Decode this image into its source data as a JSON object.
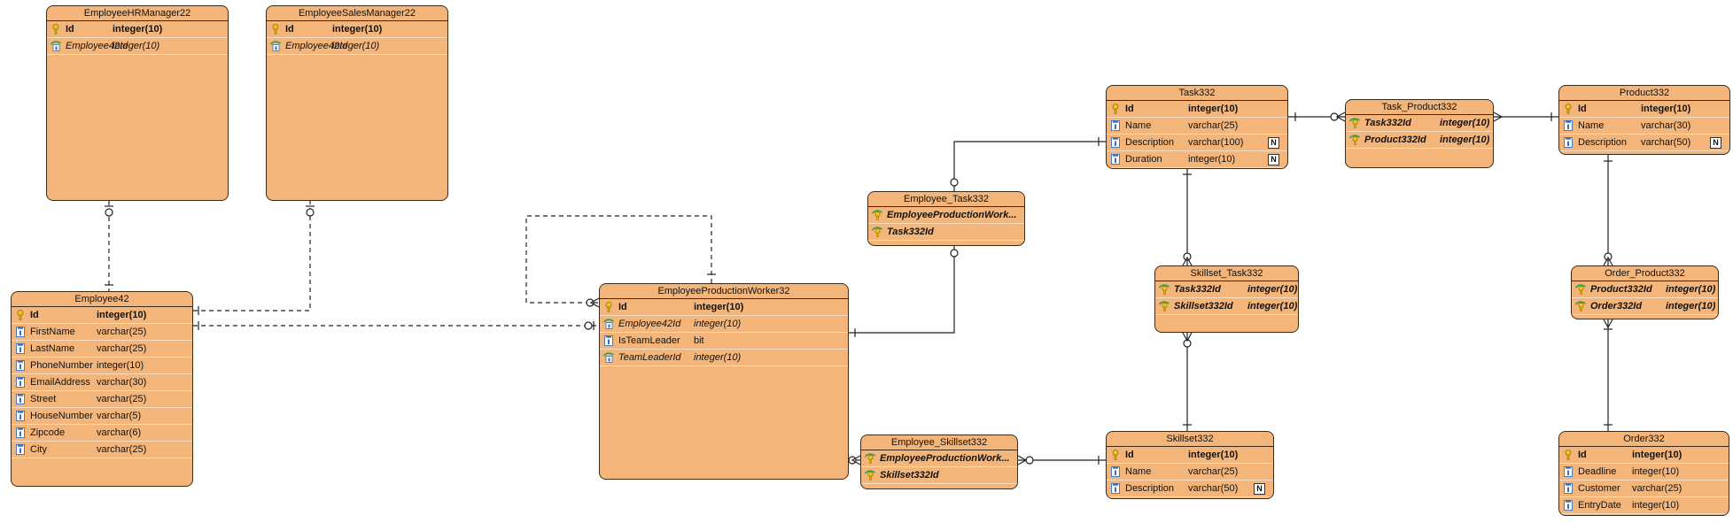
{
  "entities": [
    {
      "id": "emp_hr",
      "name": "EmployeeHRManager22",
      "columns": [
        {
          "name": "Id",
          "type": "integer(10)",
          "kind": "pk"
        },
        {
          "name": "Employee42Id",
          "type": "integer(10)",
          "kind": "fk"
        }
      ]
    },
    {
      "id": "emp_sales",
      "name": "EmployeeSalesManager22",
      "columns": [
        {
          "name": "Id",
          "type": "integer(10)",
          "kind": "pk"
        },
        {
          "name": "Employee42Id",
          "type": "integer(10)",
          "kind": "fk"
        }
      ]
    },
    {
      "id": "employee",
      "name": "Employee42",
      "columns": [
        {
          "name": "Id",
          "type": "integer(10)",
          "kind": "pk"
        },
        {
          "name": "FirstName",
          "type": "varchar(25)",
          "kind": "col"
        },
        {
          "name": "LastName",
          "type": "varchar(25)",
          "kind": "col"
        },
        {
          "name": "PhoneNumber",
          "type": "integer(10)",
          "kind": "col"
        },
        {
          "name": "EmailAddress",
          "type": "varchar(30)",
          "kind": "col"
        },
        {
          "name": "Street",
          "type": "varchar(25)",
          "kind": "col"
        },
        {
          "name": "HouseNumber",
          "type": "varchar(5)",
          "kind": "col"
        },
        {
          "name": "Zipcode",
          "type": "varchar(6)",
          "kind": "col"
        },
        {
          "name": "City",
          "type": "varchar(25)",
          "kind": "col"
        }
      ]
    },
    {
      "id": "epw",
      "name": "EmployeeProductionWorker32",
      "columns": [
        {
          "name": "Id",
          "type": "integer(10)",
          "kind": "pk"
        },
        {
          "name": "Employee42Id",
          "type": "integer(10)",
          "kind": "fk"
        },
        {
          "name": "IsTeamLeader",
          "type": "bit",
          "kind": "col"
        },
        {
          "name": "TeamLeaderId",
          "type": "integer(10)",
          "kind": "fk"
        }
      ]
    },
    {
      "id": "emp_task",
      "name": "Employee_Task332",
      "columns": [
        {
          "name": "EmployeeProductionWork...",
          "type": "",
          "kind": "pkfk"
        },
        {
          "name": "Task332Id",
          "type": "",
          "kind": "pkfk"
        }
      ]
    },
    {
      "id": "emp_skill",
      "name": "Employee_Skillset332",
      "columns": [
        {
          "name": "EmployeeProductionWork...",
          "type": "",
          "kind": "pkfk"
        },
        {
          "name": "Skillset332Id",
          "type": "",
          "kind": "pkfk"
        }
      ]
    },
    {
      "id": "task",
      "name": "Task332",
      "columns": [
        {
          "name": "Id",
          "type": "integer(10)",
          "kind": "pk"
        },
        {
          "name": "Name",
          "type": "varchar(25)",
          "kind": "col"
        },
        {
          "name": "Description",
          "type": "varchar(100)",
          "kind": "col",
          "nullable": "N"
        },
        {
          "name": "Duration",
          "type": "integer(10)",
          "kind": "col",
          "nullable": "N"
        }
      ]
    },
    {
      "id": "skill_task",
      "name": "Skillset_Task332",
      "columns": [
        {
          "name": "Task332Id",
          "type": "integer(10)",
          "kind": "pkfk"
        },
        {
          "name": "Skillset332Id",
          "type": "integer(10)",
          "kind": "pkfk"
        }
      ]
    },
    {
      "id": "skillset",
      "name": "Skillset332",
      "columns": [
        {
          "name": "Id",
          "type": "integer(10)",
          "kind": "pk"
        },
        {
          "name": "Name",
          "type": "varchar(25)",
          "kind": "col"
        },
        {
          "name": "Description",
          "type": "varchar(50)",
          "kind": "col",
          "nullable": "N"
        }
      ]
    },
    {
      "id": "task_prod",
      "name": "Task_Product332",
      "columns": [
        {
          "name": "Task332Id",
          "type": "integer(10)",
          "kind": "pkfk"
        },
        {
          "name": "Product332Id",
          "type": "integer(10)",
          "kind": "pkfk"
        }
      ]
    },
    {
      "id": "product",
      "name": "Product332",
      "columns": [
        {
          "name": "Id",
          "type": "integer(10)",
          "kind": "pk"
        },
        {
          "name": "Name",
          "type": "varchar(30)",
          "kind": "col"
        },
        {
          "name": "Description",
          "type": "varchar(50)",
          "kind": "col",
          "nullable": "N"
        }
      ]
    },
    {
      "id": "order_prod",
      "name": "Order_Product332",
      "columns": [
        {
          "name": "Product332Id",
          "type": "integer(10)",
          "kind": "pkfk"
        },
        {
          "name": "Order332Id",
          "type": "integer(10)",
          "kind": "pkfk"
        }
      ]
    },
    {
      "id": "order",
      "name": "Order332",
      "columns": [
        {
          "name": "Id",
          "type": "integer(10)",
          "kind": "pk"
        },
        {
          "name": "Deadline",
          "type": "integer(10)",
          "kind": "col"
        },
        {
          "name": "Customer",
          "type": "varchar(25)",
          "kind": "col"
        },
        {
          "name": "EntryDate",
          "type": "integer(10)",
          "kind": "col"
        }
      ]
    }
  ],
  "colors": {
    "entity_fill": "#f4b57a",
    "border": "#3a2a1a",
    "line": "#222222"
  }
}
